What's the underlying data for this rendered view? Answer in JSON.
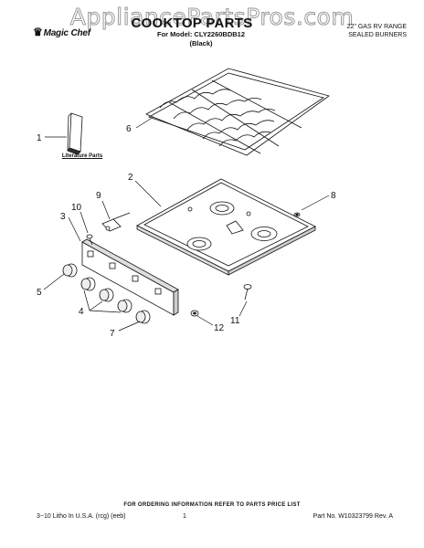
{
  "watermark": "AppliancePartsPros.com",
  "brand": {
    "name": "Magic Chef",
    "icon": "crown-icon"
  },
  "header": {
    "title": "COOKTOP PARTS",
    "model_line": "For Model: CLY2260BDB12",
    "color_line": "(Black)",
    "range_line1": "22\" GAS RV RANGE",
    "range_line2": "SEALED BURNERS"
  },
  "literature_label": "Literature Parts",
  "callouts": [
    {
      "id": "c1",
      "text": "1"
    },
    {
      "id": "c2",
      "text": "2"
    },
    {
      "id": "c3",
      "text": "3"
    },
    {
      "id": "c4",
      "text": "4"
    },
    {
      "id": "c5",
      "text": "5"
    },
    {
      "id": "c6",
      "text": "6"
    },
    {
      "id": "c7",
      "text": "7"
    },
    {
      "id": "c8",
      "text": "8"
    },
    {
      "id": "c9",
      "text": "9"
    },
    {
      "id": "c10",
      "text": "10"
    },
    {
      "id": "c11",
      "text": "11"
    },
    {
      "id": "c12",
      "text": "12"
    }
  ],
  "footer": {
    "note": "FOR ORDERING INFORMATION REFER TO PARTS PRICE LIST",
    "left": "3−10 Litho In U.S.A. (rcg) (eeb)",
    "page": "1",
    "part_no": "Part No. W10323799 Rev. A"
  }
}
